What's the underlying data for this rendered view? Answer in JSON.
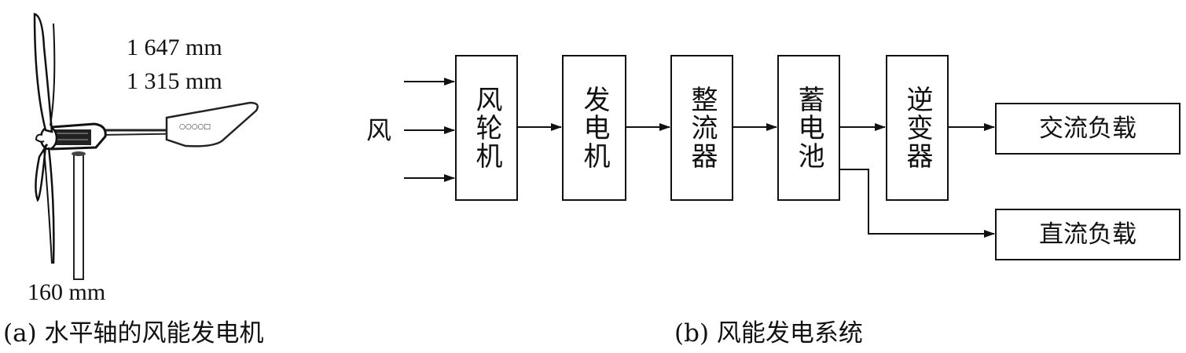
{
  "turbine": {
    "dim_length": "1 647 mm",
    "dim_rotor": "1 315 mm",
    "dim_base": "160 mm",
    "caption": "(a) 水平轴的风能发电机"
  },
  "diagram": {
    "input_label": "风",
    "blocks": {
      "rotor": "风轮机",
      "generator": "发电机",
      "rectifier": "整流器",
      "battery": "蓄电池",
      "inverter": "逆变器"
    },
    "ac_load": "交流负载",
    "dc_load": "直流负载",
    "caption": "(b) 风能发电系统"
  }
}
